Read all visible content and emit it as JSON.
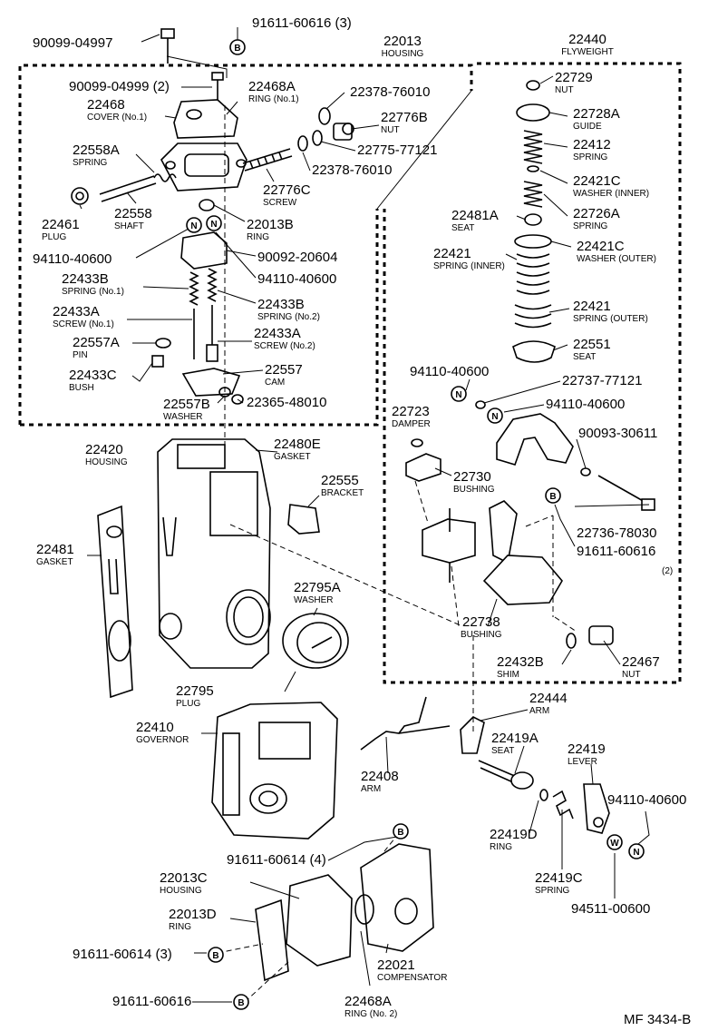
{
  "labels": [
    {
      "id": "l01",
      "num": "90099-04997",
      "sub": ""
    },
    {
      "id": "l02",
      "num": "91611-60616 (3)",
      "sub": ""
    },
    {
      "id": "l03",
      "num": "22013",
      "sub": "HOUSING"
    },
    {
      "id": "l04",
      "num": "22440",
      "sub": "FLYWEIGHT"
    },
    {
      "id": "l05",
      "num": "90099-04999 (2)",
      "sub": ""
    },
    {
      "id": "l06",
      "num": "22468A",
      "sub": "RING (No.1)"
    },
    {
      "id": "l07",
      "num": "22468",
      "sub": "COVER (No.1)"
    },
    {
      "id": "l08",
      "num": "22378-76010",
      "sub": ""
    },
    {
      "id": "l09",
      "num": "22776B",
      "sub": "NUT"
    },
    {
      "id": "l10",
      "num": "22775-77121",
      "sub": ""
    },
    {
      "id": "l11",
      "num": "22558A",
      "sub": "SPRING"
    },
    {
      "id": "l12",
      "num": "22378-76010",
      "sub": ""
    },
    {
      "id": "l13",
      "num": "22776C",
      "sub": "SCREW"
    },
    {
      "id": "l14",
      "num": "22461",
      "sub": "PLUG"
    },
    {
      "id": "l15",
      "num": "22558",
      "sub": "SHAFT"
    },
    {
      "id": "l16",
      "num": "22013B",
      "sub": "RING"
    },
    {
      "id": "l17",
      "num": "94110-40600",
      "sub": ""
    },
    {
      "id": "l18",
      "num": "90092-20604",
      "sub": ""
    },
    {
      "id": "l19",
      "num": "94110-40600",
      "sub": ""
    },
    {
      "id": "l20",
      "num": "22433B",
      "sub": "SPRING (No.1)"
    },
    {
      "id": "l21",
      "num": "22433B",
      "sub": "SPRING (No.2)"
    },
    {
      "id": "l22",
      "num": "22433A",
      "sub": "SCREW (No.1)"
    },
    {
      "id": "l23",
      "num": "22433A",
      "sub": "SCREW (No.2)"
    },
    {
      "id": "l24",
      "num": "22557A",
      "sub": "PIN"
    },
    {
      "id": "l25",
      "num": "22433C",
      "sub": "BUSH"
    },
    {
      "id": "l26",
      "num": "22557",
      "sub": "CAM"
    },
    {
      "id": "l27",
      "num": "22557B",
      "sub": "WASHER"
    },
    {
      "id": "l28",
      "num": "22365-48010",
      "sub": ""
    },
    {
      "id": "l29",
      "num": "22729",
      "sub": "NUT"
    },
    {
      "id": "l30",
      "num": "22728A",
      "sub": "GUIDE"
    },
    {
      "id": "l31",
      "num": "22412",
      "sub": "SPRING"
    },
    {
      "id": "l32",
      "num": "22421C",
      "sub": "WASHER (INNER)"
    },
    {
      "id": "l33",
      "num": "22481A",
      "sub": "SEAT"
    },
    {
      "id": "l34",
      "num": "22726A",
      "sub": "SPRING"
    },
    {
      "id": "l35",
      "num": "22421",
      "sub": "SPRING (INNER)"
    },
    {
      "id": "l36",
      "num": "22421C",
      "sub": "WASHER (OUTER)"
    },
    {
      "id": "l37",
      "num": "22421",
      "sub": "SPRING (OUTER)"
    },
    {
      "id": "l38",
      "num": "22551",
      "sub": "SEAT"
    },
    {
      "id": "l39",
      "num": "94110-40600",
      "sub": ""
    },
    {
      "id": "l40",
      "num": "22737-77121",
      "sub": ""
    },
    {
      "id": "l41",
      "num": "94110-40600",
      "sub": ""
    },
    {
      "id": "l42",
      "num": "22723",
      "sub": "DAMPER"
    },
    {
      "id": "l43",
      "num": "90093-30611",
      "sub": ""
    },
    {
      "id": "l44",
      "num": "22730",
      "sub": "BUSHING"
    },
    {
      "id": "l45",
      "num": "22736-78030",
      "sub": ""
    },
    {
      "id": "l46",
      "num": "91611-60616",
      "sub": "(2)"
    },
    {
      "id": "l47",
      "num": "22420",
      "sub": "HOUSING"
    },
    {
      "id": "l48",
      "num": "22480E",
      "sub": "GASKET"
    },
    {
      "id": "l49",
      "num": "22555",
      "sub": "BRACKET"
    },
    {
      "id": "l50",
      "num": "22481",
      "sub": "GASKET"
    },
    {
      "id": "l51",
      "num": "22795A",
      "sub": "WASHER"
    },
    {
      "id": "l52",
      "num": "22738",
      "sub": "BUSHING"
    },
    {
      "id": "l53",
      "num": "22432B",
      "sub": "SHIM"
    },
    {
      "id": "l54",
      "num": "22467",
      "sub": "NUT"
    },
    {
      "id": "l55",
      "num": "22795",
      "sub": "PLUG"
    },
    {
      "id": "l56",
      "num": "22444",
      "sub": "ARM"
    },
    {
      "id": "l57",
      "num": "22410",
      "sub": "GOVERNOR"
    },
    {
      "id": "l58",
      "num": "22419A",
      "sub": "SEAT"
    },
    {
      "id": "l59",
      "num": "22419",
      "sub": "LEVER"
    },
    {
      "id": "l60",
      "num": "22408",
      "sub": "ARM"
    },
    {
      "id": "l61",
      "num": "94110-40600",
      "sub": ""
    },
    {
      "id": "l62",
      "num": "22419D",
      "sub": "RING"
    },
    {
      "id": "l63",
      "num": "22419C",
      "sub": "SPRING"
    },
    {
      "id": "l64",
      "num": "91611-60614 (4)",
      "sub": ""
    },
    {
      "id": "l65",
      "num": "22013C",
      "sub": "HOUSING"
    },
    {
      "id": "l66",
      "num": "94511-00600",
      "sub": ""
    },
    {
      "id": "l67",
      "num": "22013D",
      "sub": "RING"
    },
    {
      "id": "l68",
      "num": "91611-60614 (3)",
      "sub": ""
    },
    {
      "id": "l69",
      "num": "22021",
      "sub": "COMPENSATOR"
    },
    {
      "id": "l70",
      "num": "91611-60616",
      "sub": ""
    },
    {
      "id": "l71",
      "num": "22468A",
      "sub": "RING (No. 2)"
    }
  ],
  "symbols": {
    "b": "B",
    "n": "N",
    "w": "W"
  },
  "footer": {
    "code": "MF 3434-B"
  }
}
